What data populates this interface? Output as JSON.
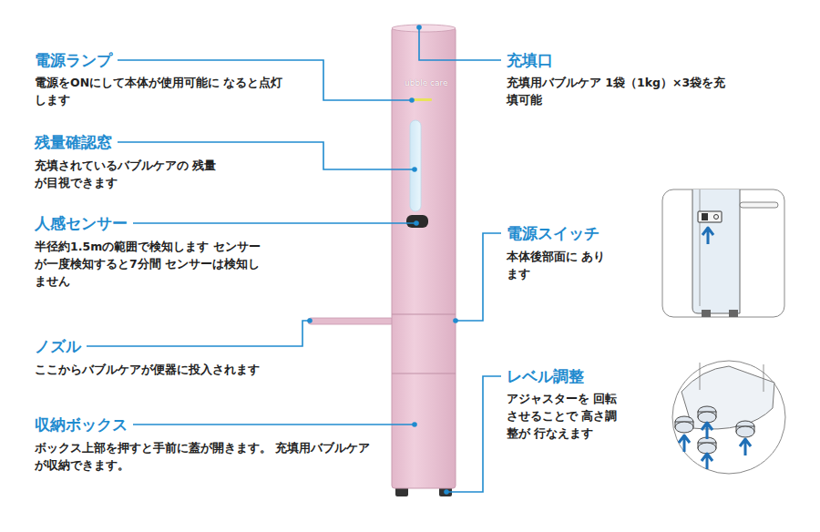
{
  "diagram": {
    "labels": [
      "電源ランプ",
      "電源をONにして本体が使用可能に なると点灯します",
      "残量確認窓",
      "充填されているバブルケアの 残量が目視できます",
      "人感センサー",
      "半径約1.5mの範囲で検知します センサーが一度検知すると7分間 センサーは検知しません",
      "ノズル",
      "ここからバブルケアが便器に投入されます",
      "収納ボックス",
      "ボックス上部を押すと手前に蓋が開きます。 充填用バブルケアが収納できます。",
      "充填口",
      "充填用バブルケア 1袋（1kg）×3袋を充填可能",
      "電源スイッチ",
      "本体後部面に あります",
      "レベル調整",
      "アジャスターを 回転させることで 高さ調整が 行なえます",
      "ubble care"
    ]
  }
}
